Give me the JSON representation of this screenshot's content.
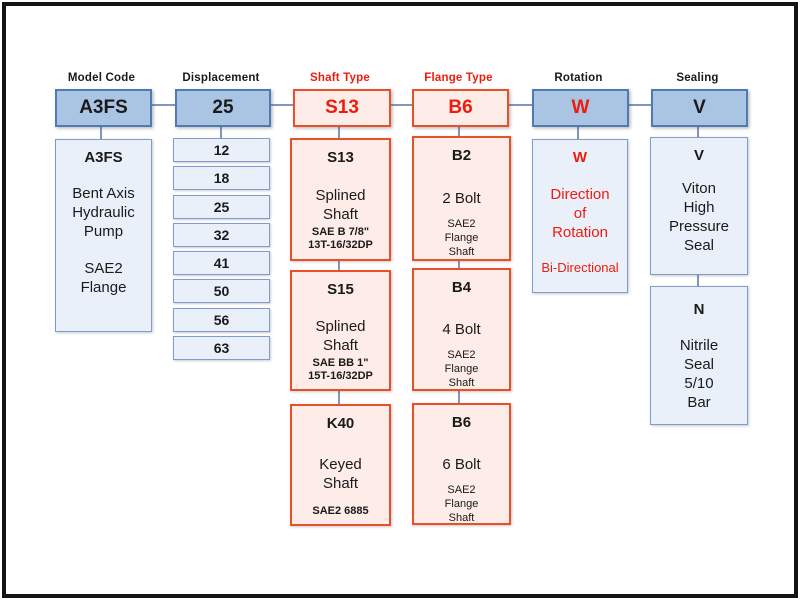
{
  "colors": {
    "top_fill": "#aac4e4",
    "top_border": "#4f7ab3",
    "detail_fill": "#eaf0fa",
    "detail_border": "#7f9ccc",
    "red_border": "#e8502a",
    "red_fill": "#fdece7",
    "red_text": "#ee1c0c",
    "connector": "#7f97bd",
    "text": "#1a1a1a"
  },
  "columns": [
    {
      "key": "model_code",
      "header": "Model Code",
      "code": "A3FS",
      "detail": {
        "code": "A3FS",
        "desc": "Bent Axis\nHydraulic\nPump",
        "desc2": "SAE2\nFlange"
      }
    },
    {
      "key": "displacement",
      "header": "Displacement",
      "code": "25",
      "options": [
        "12",
        "18",
        "25",
        "32",
        "41",
        "50",
        "56",
        "63"
      ]
    },
    {
      "key": "shaft_type",
      "header": "Shaft Type",
      "code": "S13",
      "options": [
        {
          "code": "S13",
          "desc": "Splined\nShaft",
          "note": "SAE B 7/8\"\n13T-16/32DP"
        },
        {
          "code": "S15",
          "desc": "Splined\nShaft",
          "note": "SAE BB 1\"\n15T-16/32DP"
        },
        {
          "code": "K40",
          "desc": "Keyed\nShaft",
          "note": "SAE2 6885"
        }
      ]
    },
    {
      "key": "flange_type",
      "header": "Flange Type",
      "code": "B6",
      "options": [
        {
          "code": "B2",
          "desc": "2 Bolt",
          "note": "SAE2\nFlange\nShaft"
        },
        {
          "code": "B4",
          "desc": "4 Bolt",
          "note": "SAE2\nFlange\nShaft"
        },
        {
          "code": "B6",
          "desc": "6 Bolt",
          "note": "SAE2\nFlange\nShaft"
        }
      ]
    },
    {
      "key": "rotation",
      "header": "Rotation",
      "code": "W",
      "detail": {
        "code": "W",
        "desc": "Direction\nof\nRotation",
        "note": "Bi-Directional"
      }
    },
    {
      "key": "sealing",
      "header": "Sealing",
      "code": "V",
      "options": [
        {
          "code": "V",
          "desc": "Viton\nHigh\nPressure\nSeal"
        },
        {
          "code": "N",
          "desc": "Nitrile\nSeal\n5/10\nBar"
        }
      ]
    }
  ]
}
